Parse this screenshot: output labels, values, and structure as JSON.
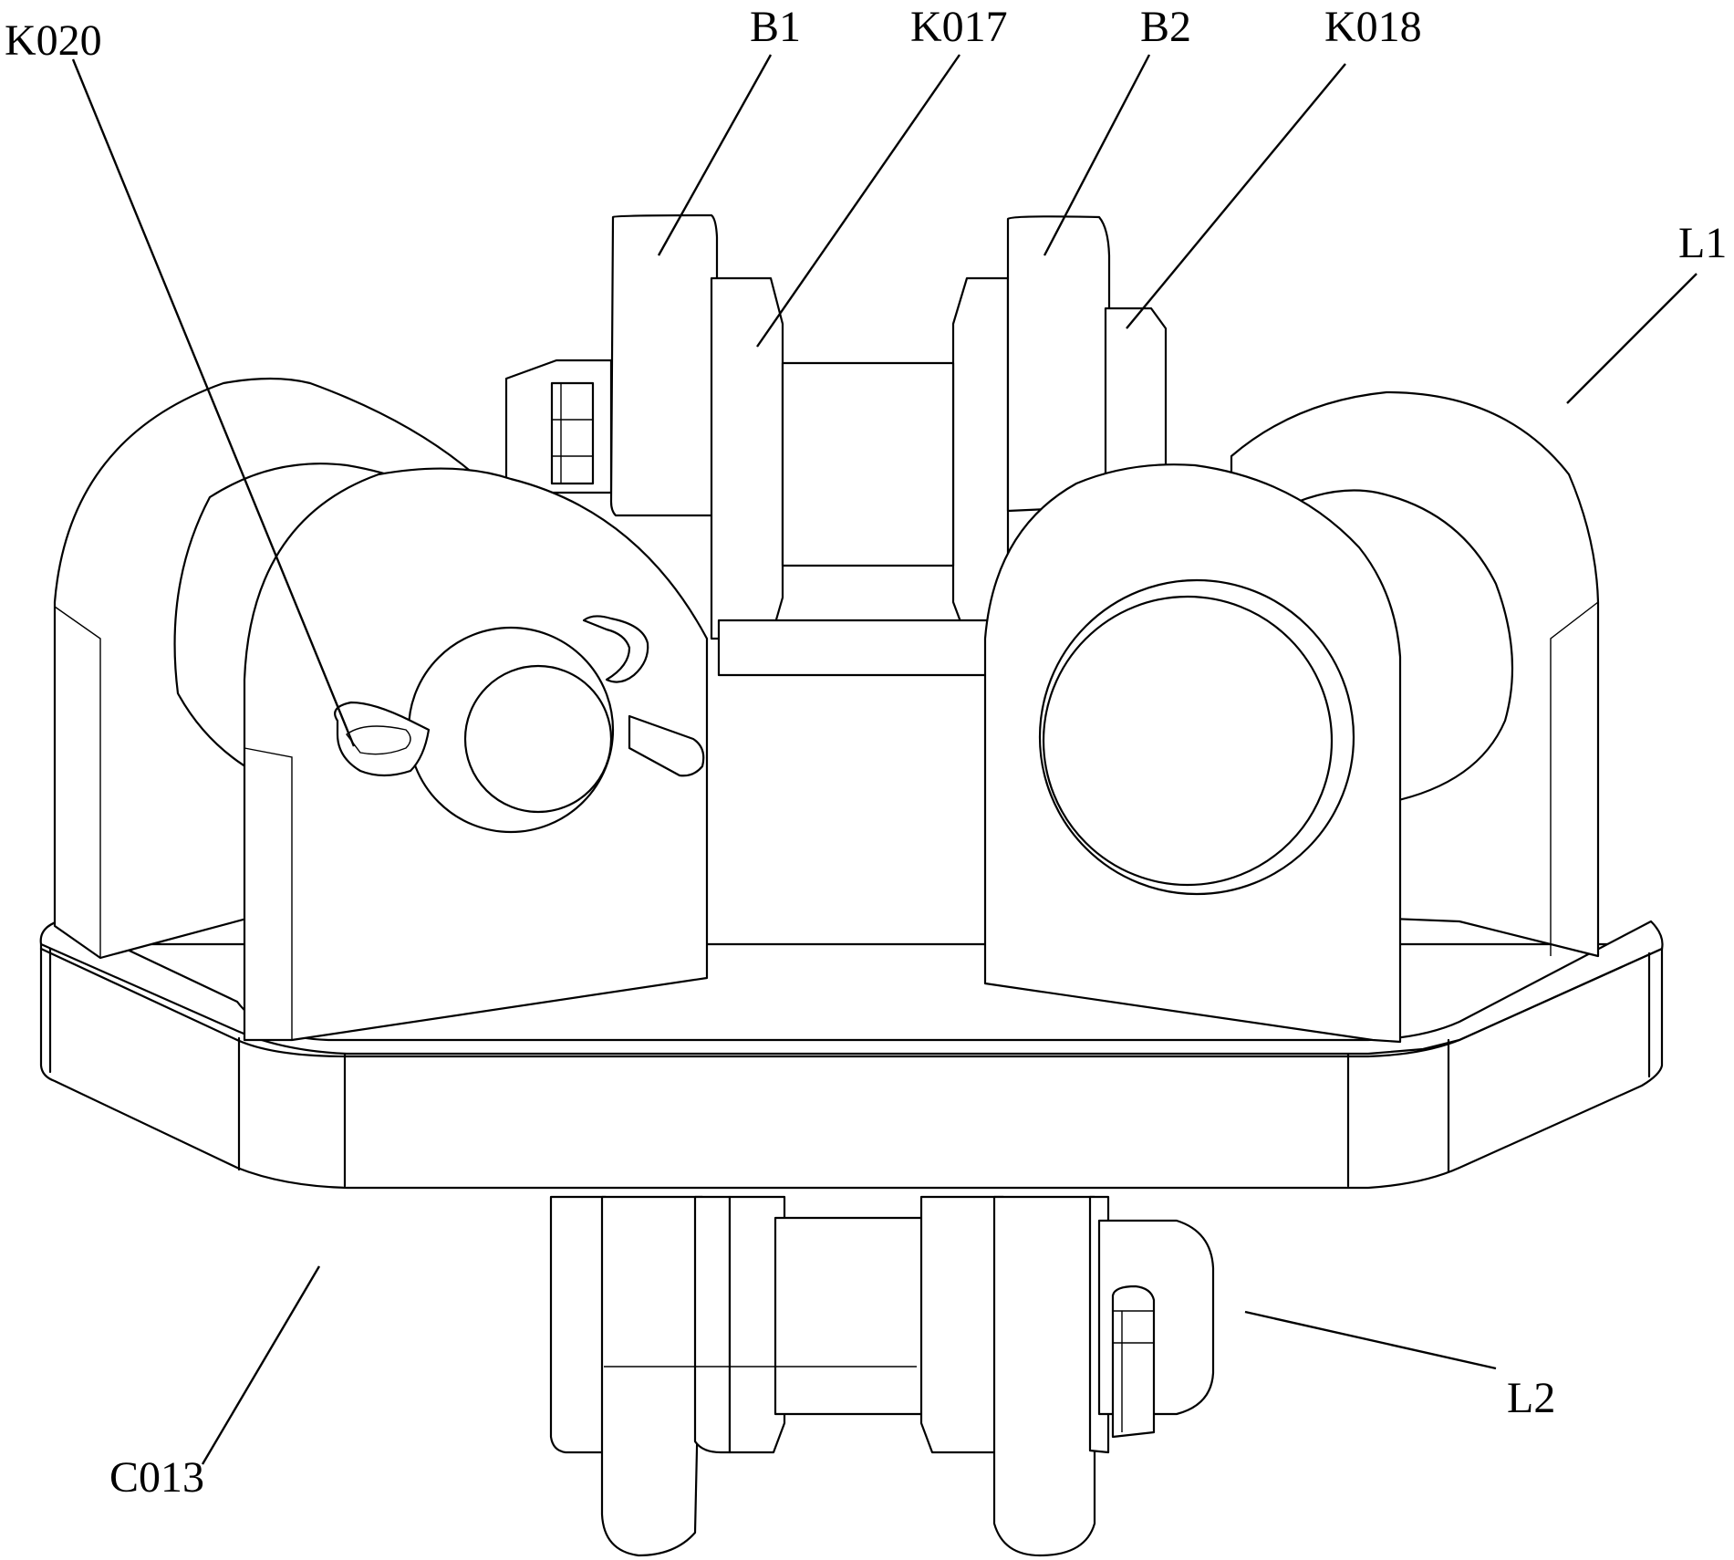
{
  "labels": {
    "k020": "K020",
    "b1": "B1",
    "k017": "K017",
    "b2": "B2",
    "k018": "K018",
    "l1": "L1",
    "l2": "L2",
    "c013": "C013"
  }
}
